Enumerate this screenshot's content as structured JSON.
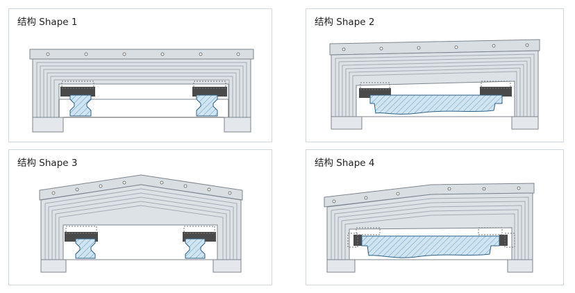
{
  "panels": [
    {
      "id": "shape-1",
      "title": "结构 Shape 1",
      "roof": "flat",
      "guide": "rail-blocks"
    },
    {
      "id": "shape-2",
      "title": "结构 Shape 2",
      "roof": "slanted",
      "guide": "wide-table"
    },
    {
      "id": "shape-3",
      "title": "结构 Shape 3",
      "roof": "peaked",
      "guide": "rail-blocks"
    },
    {
      "id": "shape-4",
      "title": "结构 Shape 4",
      "roof": "stepped",
      "guide": "wide-table"
    }
  ],
  "colors": {
    "cover_fill": "#e4e8ec",
    "cover_line": "#7c858d",
    "fold_line": "#a3abb2",
    "outer_fill": "#d9dee3",
    "base_fill": "#ffffff",
    "seal_fill": "#4a4a4a",
    "guide_fill": "#cfe5f3",
    "hatch": "#5a8fb0",
    "panel_border": "#cfd6dc"
  }
}
